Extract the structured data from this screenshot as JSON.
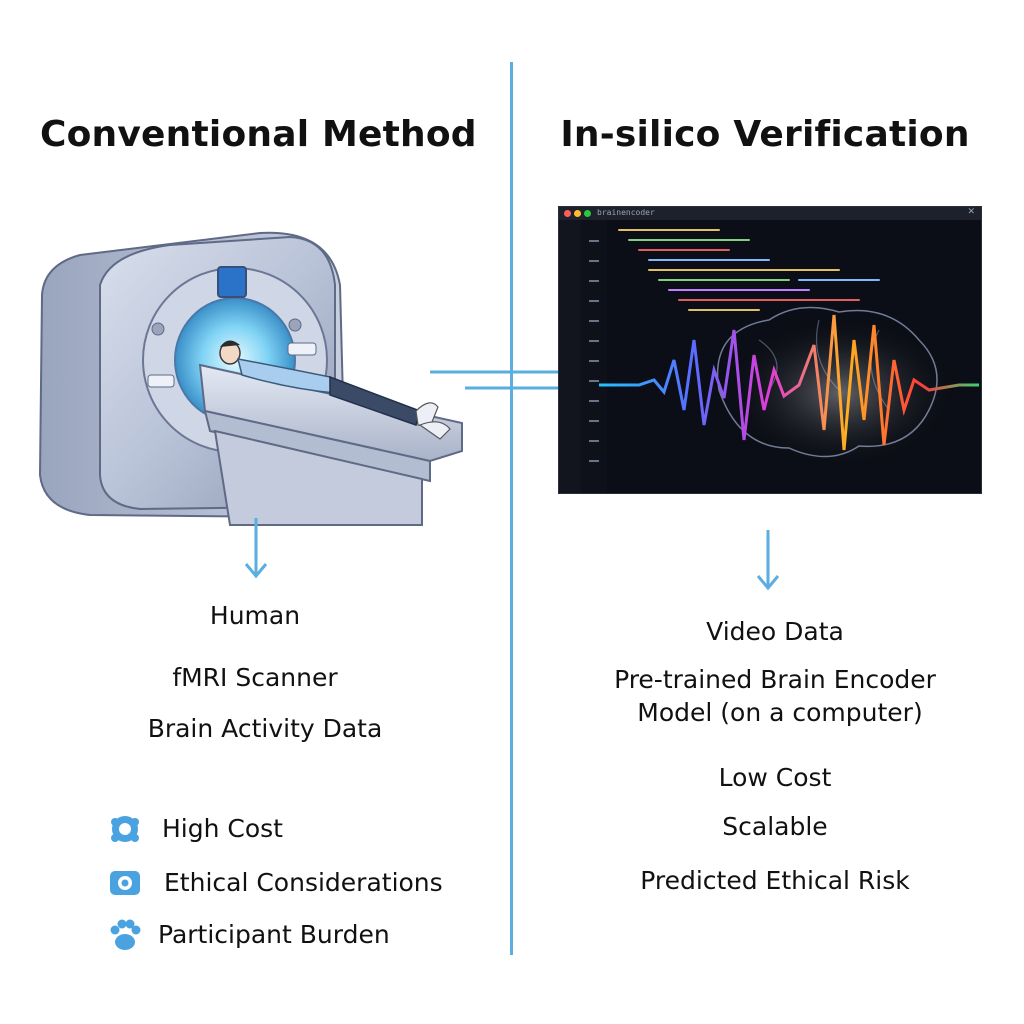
{
  "left": {
    "title": "Conventional Method",
    "steps": [
      "Human",
      "fMRI Scanner",
      "Brain Activity Data"
    ],
    "drawbacks": [
      {
        "icon": "money-icon",
        "label": "High Cost"
      },
      {
        "icon": "ethics-icon",
        "label": "Ethical Considerations"
      },
      {
        "icon": "paw-icon",
        "label": "Participant Burden"
      }
    ]
  },
  "right": {
    "title": "In-silico Verification",
    "steps": [
      "Video Data",
      "Pre-trained Brain Encoder",
      "Model (on a computer)"
    ],
    "benefits": [
      "Low Cost",
      "Scalable",
      "Predicted Ethical Risk"
    ],
    "window_title": "brainencoder"
  },
  "colors": {
    "accent": "#5aaee0",
    "text": "#111111",
    "icon": "#4aa3e0"
  }
}
